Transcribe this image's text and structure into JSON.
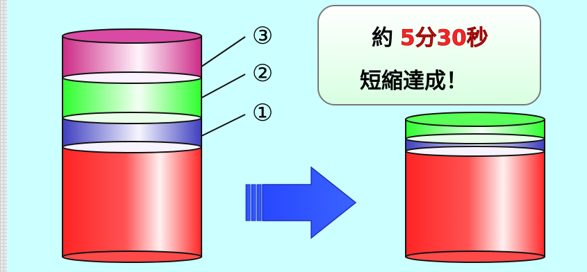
{
  "labels": {
    "three": "③",
    "two": "②",
    "one": "①"
  },
  "callout": {
    "line1_prefix": "約",
    "line1_highlight": "5分30秒",
    "line2": "短縮達成！"
  },
  "colors": {
    "background": "#ccffff",
    "pink": "#cc3388",
    "green": "#33ff33",
    "blue": "#4444cc",
    "red": "#ff2222",
    "arrow": "#2f57ff",
    "highlight": "#ff2222"
  }
}
